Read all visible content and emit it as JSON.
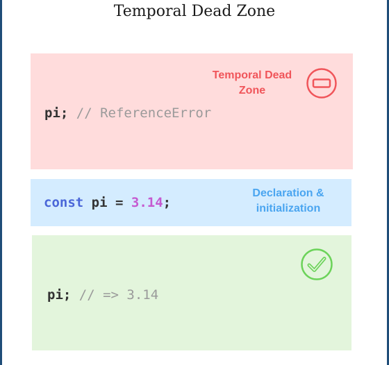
{
  "title": "Temporal Dead Zone",
  "tdz_panel": {
    "code_var": "pi;",
    "code_comment": "// ReferenceError",
    "label_line1": "Temporal Dead",
    "label_line2": "Zone",
    "icon": "minus-circle-icon",
    "accent_color": "#f0555a",
    "bg_color": "#ffdcdc"
  },
  "decl_panel": {
    "code_keyword": "const",
    "code_name": "pi",
    "code_op": "=",
    "code_value": "3.14",
    "code_end": ";",
    "label_line1": "Declaration &",
    "label_line2": "initialization",
    "accent_color": "#4aa5f0",
    "bg_color": "#d4ecff"
  },
  "after_panel": {
    "code_var": "pi;",
    "code_comment": "// => 3.14",
    "icon": "check-circle-icon",
    "accent_color": "#6cd35a",
    "bg_color": "#e3f5dc"
  }
}
